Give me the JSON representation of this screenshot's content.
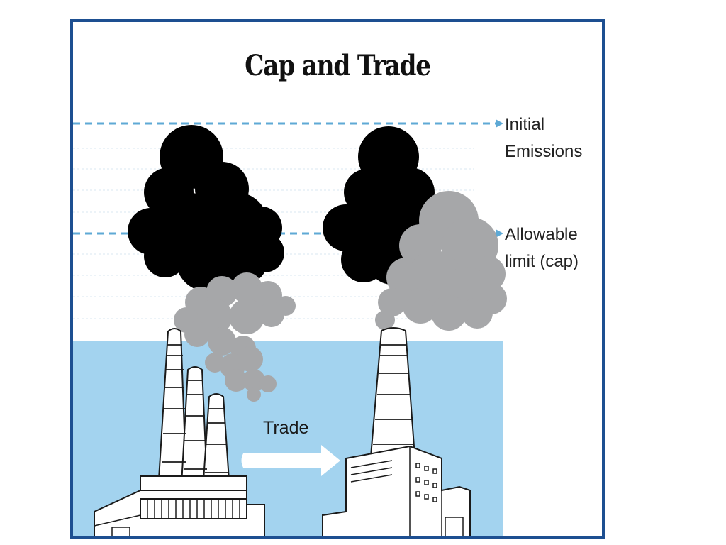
{
  "title": "Cap and Trade",
  "labels": {
    "initial_line1": "Initial",
    "initial_line2": "Emissions",
    "cap_line1": "Allowable",
    "cap_line2": "limit (cap)",
    "trade": "Trade"
  },
  "colors": {
    "frame": "#1d4f91",
    "sky_band": "#a3d3ef",
    "dashed_line": "#5ea9d5",
    "black_smoke": "#000000",
    "gray_smoke": "#a6a7a9"
  }
}
